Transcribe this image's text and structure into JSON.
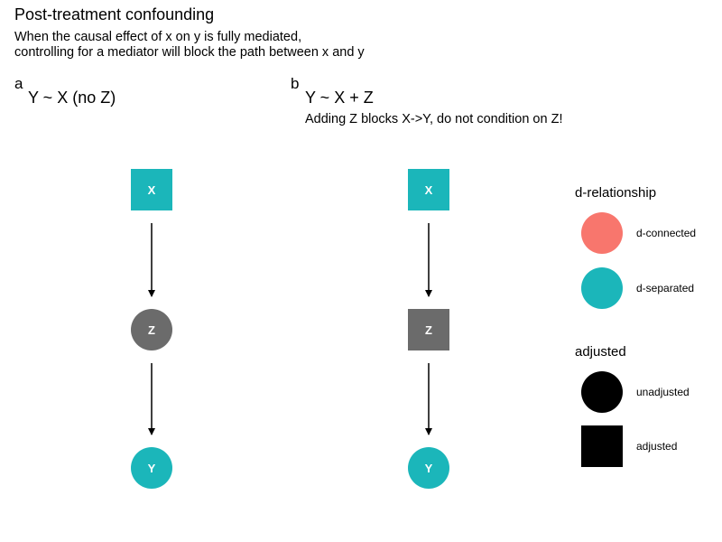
{
  "title": "Post-treatment confounding",
  "subtitle_lines": [
    "When the causal effect of x on y is fully mediated,",
    "controlling for a mediator will block the path between x and y"
  ],
  "panels": [
    {
      "tag": "a",
      "title": "Y ~ X (no Z)",
      "caption": "",
      "nodes": [
        {
          "label": "X",
          "status": "d-separated",
          "adjusted": "adjusted"
        },
        {
          "label": "Z",
          "status": "none",
          "adjusted": "unadjusted"
        },
        {
          "label": "Y",
          "status": "d-separated",
          "adjusted": "unadjusted"
        }
      ],
      "edges": [
        [
          "X",
          "Z"
        ],
        [
          "Z",
          "Y"
        ]
      ]
    },
    {
      "tag": "b",
      "title": "Y ~ X + Z",
      "caption": "Adding Z blocks X->Y, do not condition on Z!",
      "nodes": [
        {
          "label": "X",
          "status": "d-separated",
          "adjusted": "adjusted"
        },
        {
          "label": "Z",
          "status": "none",
          "adjusted": "adjusted"
        },
        {
          "label": "Y",
          "status": "d-separated",
          "adjusted": "unadjusted"
        }
      ],
      "edges": [
        [
          "X",
          "Z"
        ],
        [
          "Z",
          "Y"
        ]
      ]
    }
  ],
  "legend": {
    "relationship_title": "d-relationship",
    "relationship_items": [
      {
        "label": "d-connected",
        "color": "#F8766D"
      },
      {
        "label": "d-separated",
        "color": "#1BB6BA"
      }
    ],
    "adjusted_title": "adjusted",
    "adjusted_items": [
      {
        "label": "unadjusted",
        "shape": "circle"
      },
      {
        "label": "adjusted",
        "shape": "square"
      }
    ]
  },
  "colors": {
    "d-connected": "#F8766D",
    "d-separated": "#1BB6BA",
    "none": "#6B6B6B",
    "edge": "#000000"
  }
}
